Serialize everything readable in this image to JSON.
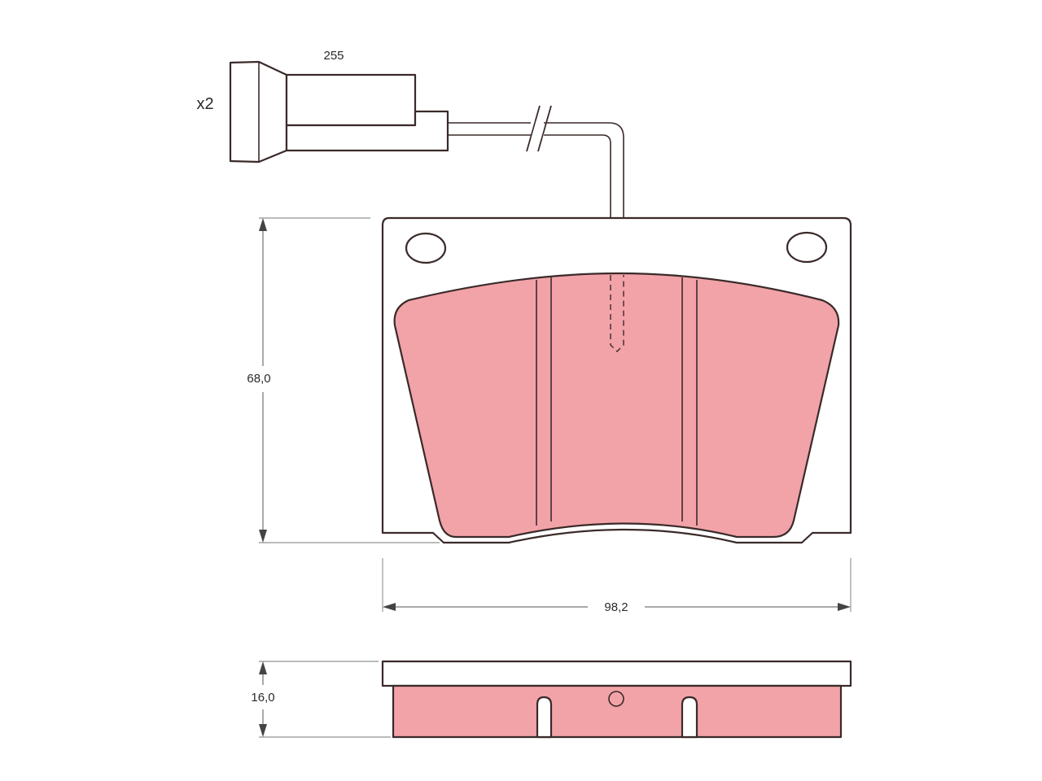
{
  "diagram": {
    "sensor_length_label": "255",
    "quantity_label": "x2",
    "height_label": "68,0",
    "width_label": "98,2",
    "thickness_label": "16,0"
  },
  "colors": {
    "friction_material": "#f2a3a8",
    "outline": "#3a2a2a",
    "backing_plate": "#ffffff",
    "dimension_lines": "#555555"
  },
  "icons": {
    "wear_sensor": "wear-sensor-icon"
  }
}
